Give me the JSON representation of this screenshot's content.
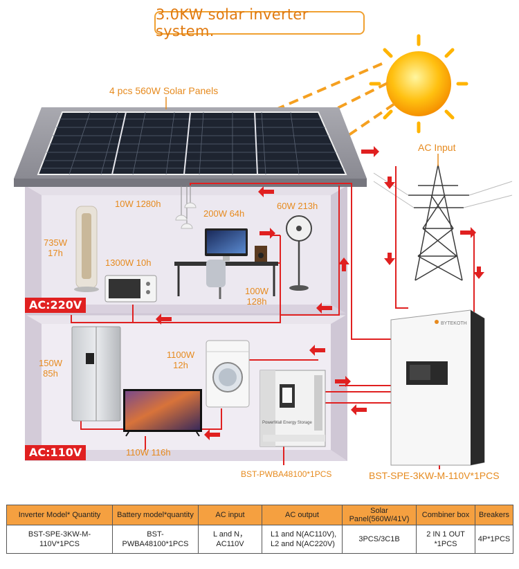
{
  "title": "3.0KW solar inverter system.",
  "labels": {
    "solar_panels": "4 pcs 560W Solar Panels",
    "ac_input": "AC Input",
    "lamp": "10W 1280h",
    "computer": "200W 64h",
    "fan": "60W 213h",
    "tower_fan_w": "735W",
    "tower_fan_h": "17h",
    "microwave": "1300W 10h",
    "speaker_w": "100W",
    "speaker_h": "128h",
    "fridge_w": "150W",
    "fridge_h": "85h",
    "washer_w": "1100W",
    "washer_h": "12h",
    "tv": "110W 116h",
    "battery": "BST-PWBA48100*1PCS",
    "inverter": "BST-SPE-3KW-M-110V*1PCS",
    "battery_brand": "PowerWall Energy Storage",
    "inverter_brand": "BYTEKOTH"
  },
  "voltages": {
    "upper": "AC:220V",
    "lower": "AC:110V"
  },
  "colors": {
    "accent": "#e68a1e",
    "wire": "#e02020",
    "header_bg": "#f5a040"
  },
  "table": {
    "headers": [
      "Inverter Model* Quantity",
      "Battery model*quantity",
      "AC input",
      "AC output",
      "Solar Panel(560W/41V)",
      "Combiner box",
      "Breakers"
    ],
    "row": [
      "BST-SPE-3KW-M-110V*1PCS",
      "BST-PWBA48100*1PCS",
      "L and N， AC110V",
      "L1 and N(AC110V),\nL2 and N(AC220V)",
      "3PCS/3C1B",
      "2 IN 1 OUT *1PCS",
      "4P*1PCS"
    ]
  }
}
